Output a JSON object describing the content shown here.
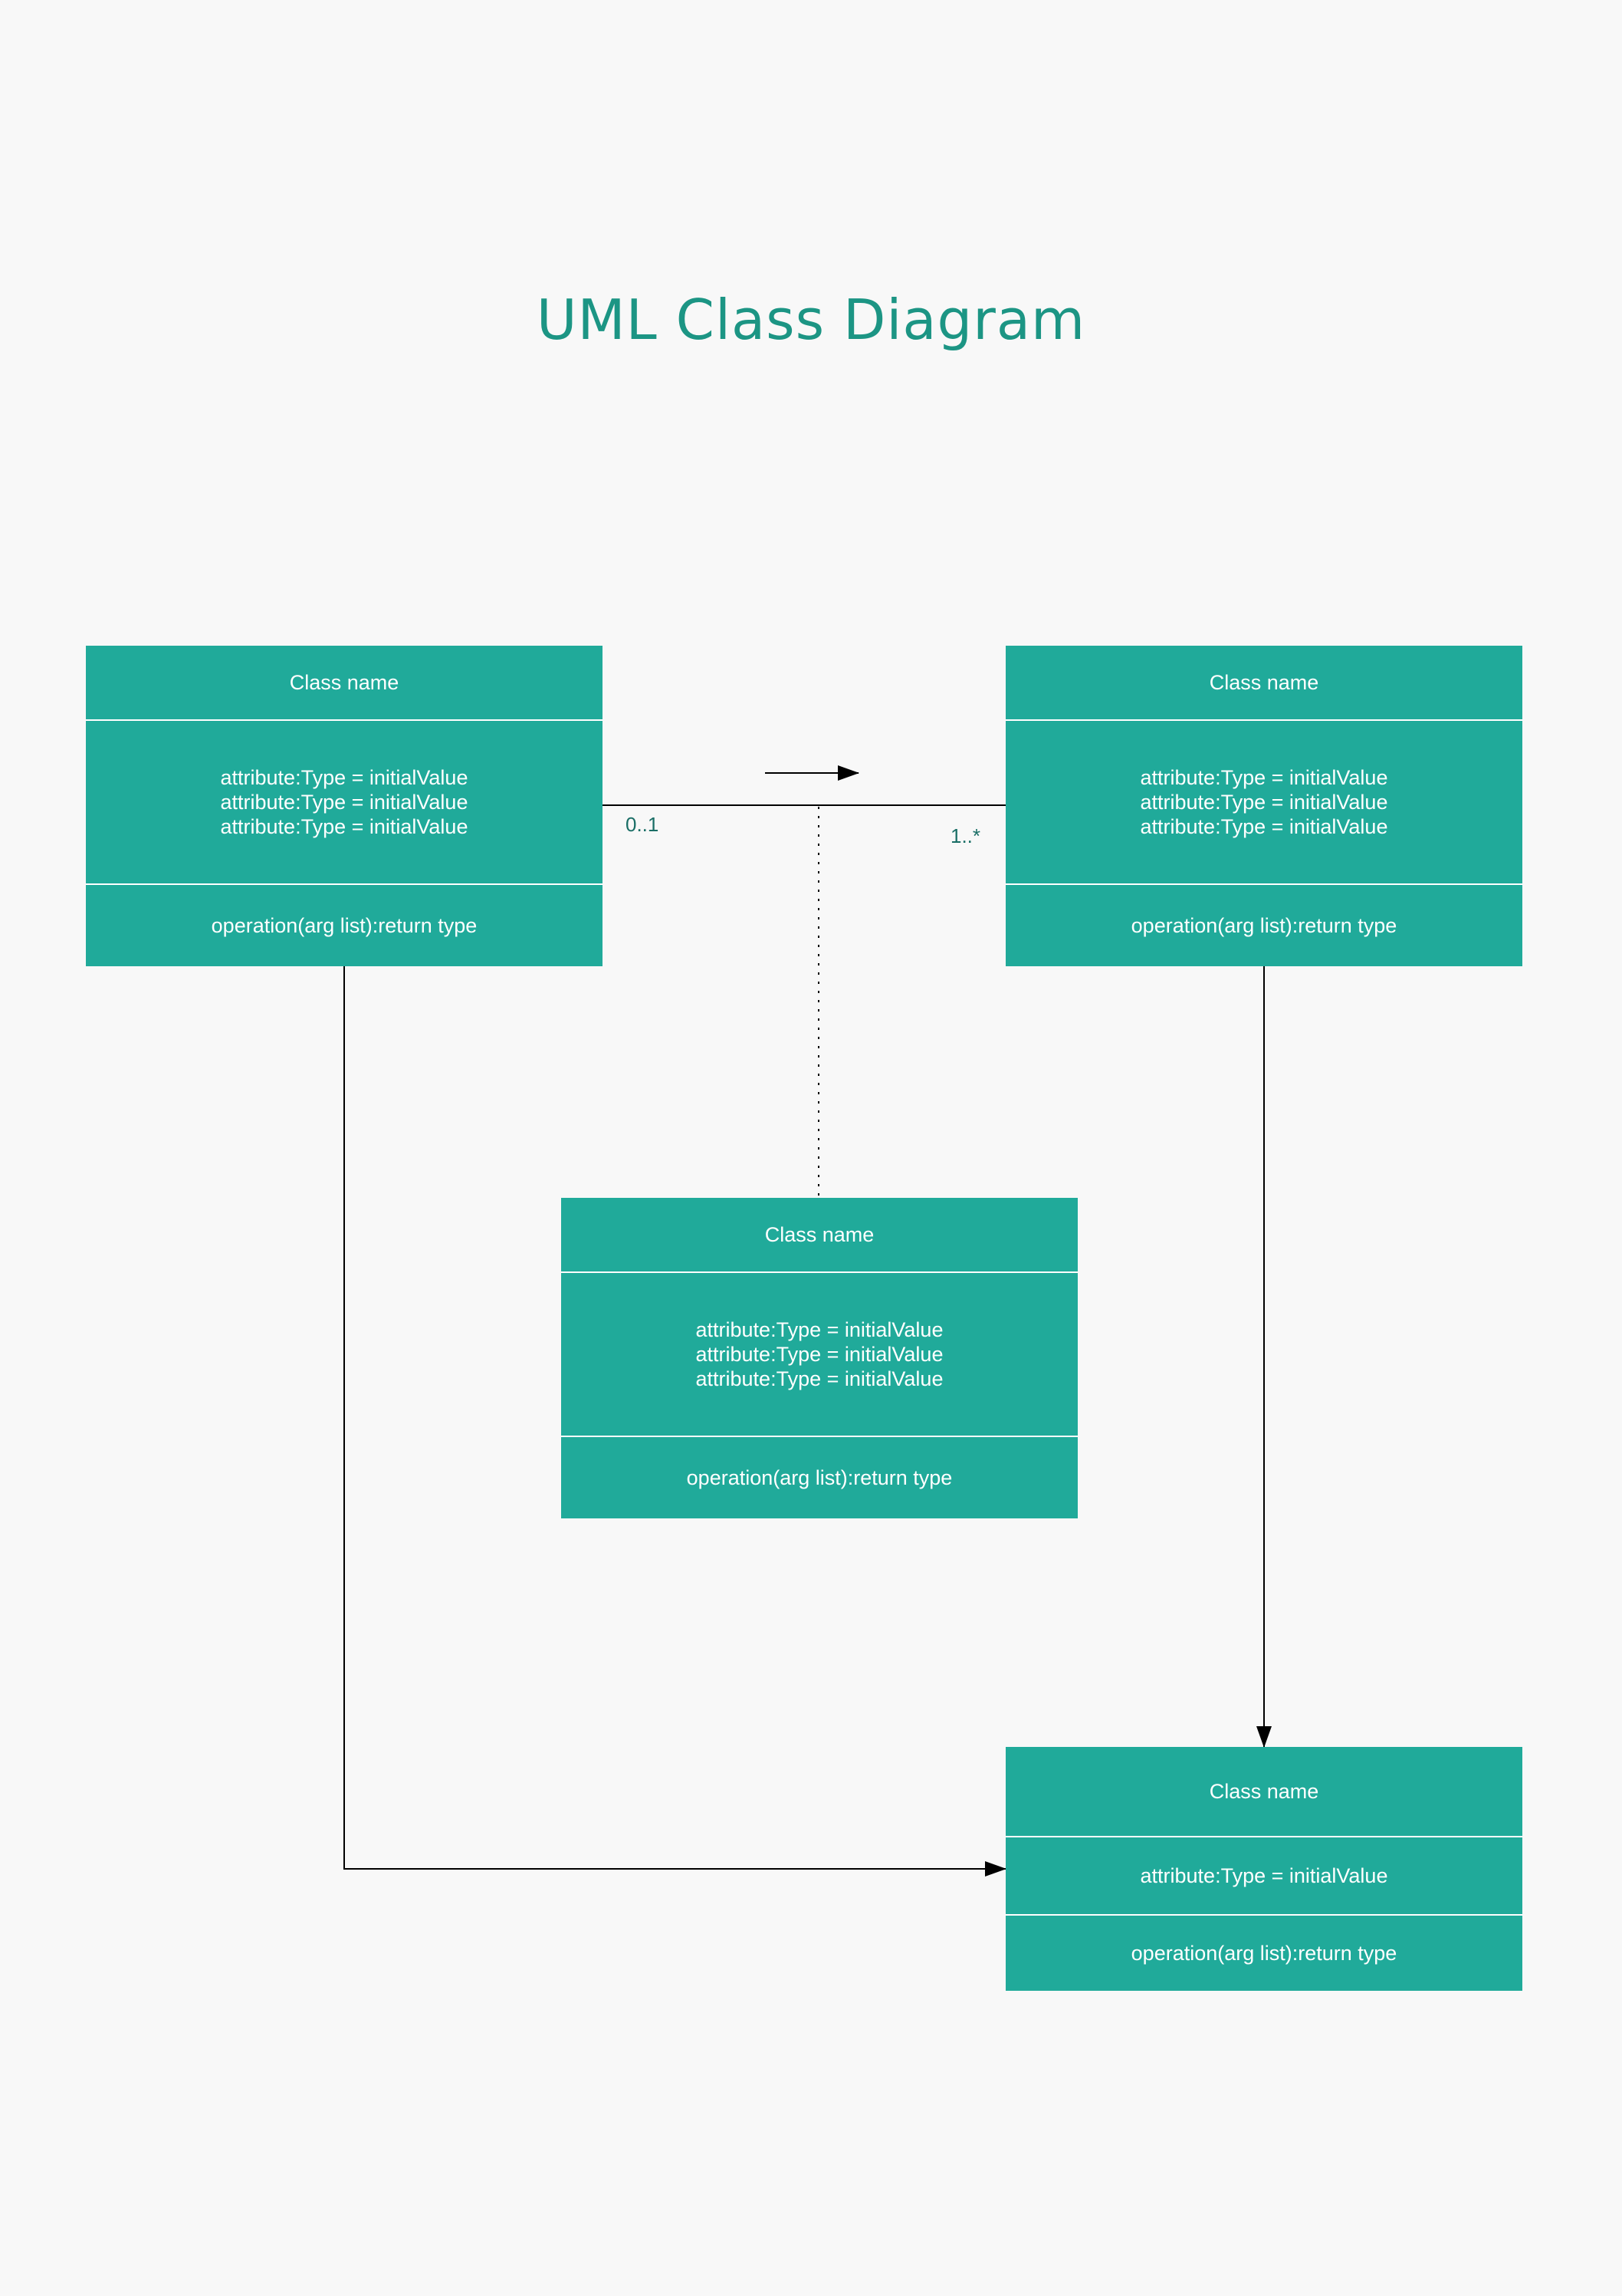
{
  "title": "UML Class Diagram",
  "colors": {
    "accent": "#1c9584",
    "class_fill": "#20aa9a",
    "class_text": "#ffffff",
    "line": "#000000",
    "multiplicity": "#1a6e66",
    "background": "#f8f8f8"
  },
  "classes": [
    {
      "name": "Class name",
      "attributes": [
        "attribute:Type = initialValue",
        "attribute:Type = initialValue",
        "attribute:Type = initialValue"
      ],
      "operations": [
        "operation(arg list):return type"
      ]
    },
    {
      "name": "Class name",
      "attributes": [
        "attribute:Type = initialValue",
        "attribute:Type = initialValue",
        "attribute:Type = initialValue"
      ],
      "operations": [
        "operation(arg list):return type"
      ]
    },
    {
      "name": "Class name",
      "attributes": [
        "attribute:Type = initialValue",
        "attribute:Type = initialValue",
        "attribute:Type = initialValue"
      ],
      "operations": [
        "operation(arg list):return type"
      ]
    },
    {
      "name": "Class name",
      "attributes": [
        "attribute:Type = initialValue"
      ],
      "operations": [
        "operation(arg list):return type"
      ]
    }
  ],
  "association": {
    "source_multiplicity": "0..1",
    "target_multiplicity": "1..*"
  }
}
